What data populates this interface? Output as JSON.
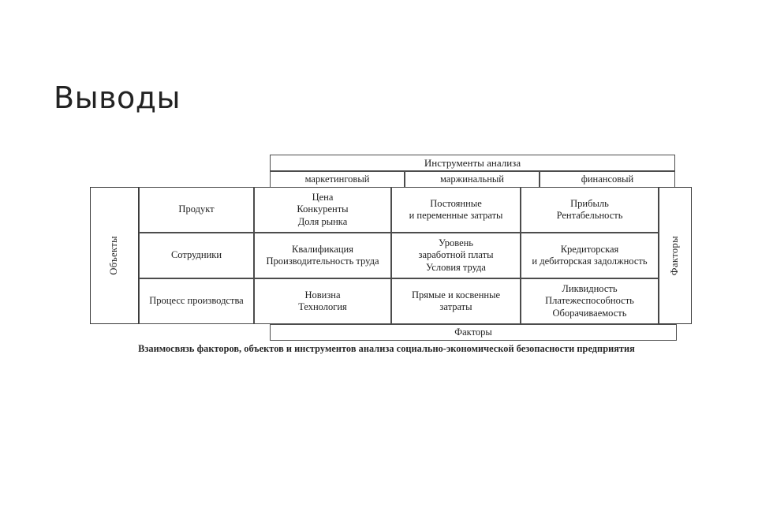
{
  "slide": {
    "title": "Выводы"
  },
  "diagram": {
    "header": {
      "group_label": "Инструменты анализа",
      "columns": [
        "маркетинговый",
        "маржинальный",
        "финансовый"
      ]
    },
    "left_axis_label": "Объекты",
    "right_axis_label": "Факторы",
    "footer_label": "Факторы",
    "rows": [
      {
        "object": "Продукт",
        "marketing": [
          "Цена",
          "Конкуренты",
          "Доля рынка"
        ],
        "marginal": [
          "Постоянные",
          "и переменные затраты"
        ],
        "financial": [
          "Прибыль",
          "Рентабельность"
        ]
      },
      {
        "object": "Сотрудники",
        "marketing": [
          "Квалификация",
          "Производительность труда"
        ],
        "marginal": [
          "Уровень",
          "заработной платы",
          "Условия труда"
        ],
        "financial": [
          "Кредиторская",
          "и дебиторская задолжность"
        ]
      },
      {
        "object": "Процесс производства",
        "marketing": [
          "Новизна",
          "Технология"
        ],
        "marginal": [
          "Прямые и косвенные",
          "затраты"
        ],
        "financial": [
          "Ликвидность",
          "Платежеспособность",
          "Оборачиваемость"
        ]
      }
    ],
    "caption": "Взаимосвязь факторов, объектов и инструментов анализа социально-экономической безопасности предприятия"
  }
}
